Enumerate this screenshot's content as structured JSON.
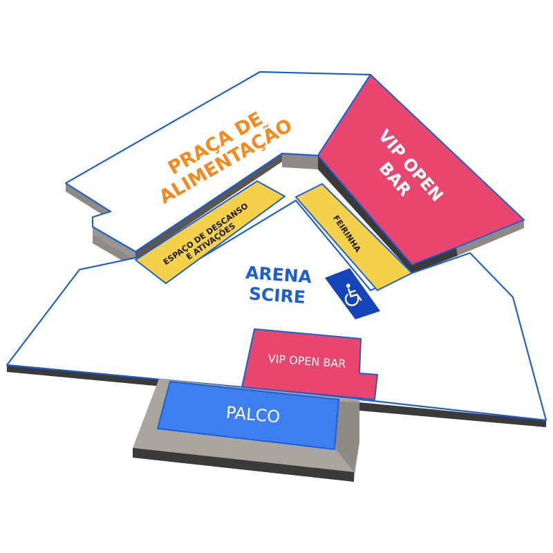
{
  "map": {
    "areas": {
      "praca_de_alimentacao": {
        "line1": "PRAÇA DE",
        "line2": "ALIMENTAÇÃO"
      },
      "vip_open_bar_top": {
        "line1": "VIP OPEN",
        "line2": "BAR"
      },
      "espaco_descanso": {
        "line1": "ESPAÇO DE DESCANSO",
        "line2": "E ATIVAÇÕES"
      },
      "feirinha": {
        "label": "FEIRINHA"
      },
      "arena": {
        "line1": "ARENA",
        "line2": "SCIRE"
      },
      "vip_open_bar_bottom": {
        "label": "VIP OPEN BAR"
      },
      "palco": {
        "label": "PALCO"
      },
      "accessibility": {
        "icon": "wheelchair-icon"
      }
    },
    "colors": {
      "outline": "#1b5fd0",
      "ground": "#ffffff",
      "wall_side": "#9a9590",
      "wall_dark": "#3a3a3a",
      "vip": "#e8456f",
      "yellow_zone": "#f5d04a",
      "stage": "#3d7ff0",
      "stage_base": "#aaa59f",
      "accessibility_bg": "#1444b8",
      "food_label": "#f28a1e",
      "arena_label": "#1b5fd0"
    }
  }
}
